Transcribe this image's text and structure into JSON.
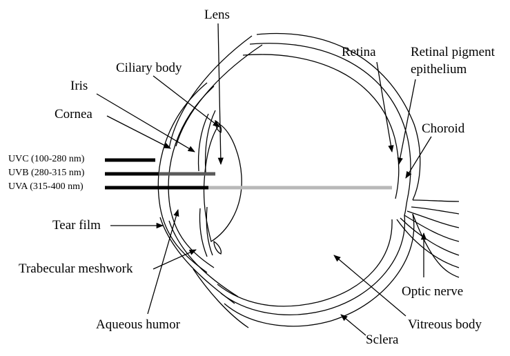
{
  "labels": {
    "lens": "Lens",
    "ciliary_body": "Ciliary body",
    "iris": "Iris",
    "cornea": "Cornea",
    "retina": "Retina",
    "rpe_line1": "Retinal pigment",
    "rpe_line2": "epithelium",
    "choroid": "Choroid",
    "tear_film": "Tear film",
    "trabecular": "Trabecular meshwork",
    "aqueous": "Aqueous humor",
    "optic_nerve": "Optic nerve",
    "vitreous": "Vitreous body",
    "sclera": "Sclera"
  },
  "uv_bands": [
    {
      "label": "UVC (100-280 nm)",
      "color": "#000000"
    },
    {
      "label": "UVB (280-315 nm)",
      "color": "#5a5a5a"
    },
    {
      "label": "UVA (315-400 nm)",
      "color": "#b8b8b8"
    }
  ]
}
